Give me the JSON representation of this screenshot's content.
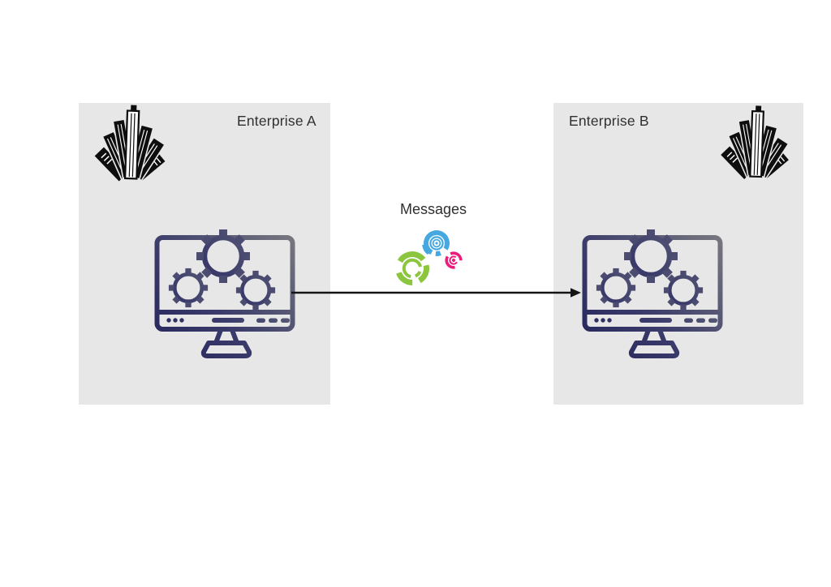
{
  "diagram": {
    "enterprise_a": {
      "label": "Enterprise A"
    },
    "enterprise_b": {
      "label": "Enterprise B"
    },
    "message_flow": {
      "label": "Messages"
    },
    "icons": {
      "enterprise": "building-skyscrapers-icon",
      "system": "monitor-with-gears-icon",
      "messages": "integration-gears-icon",
      "connector": "right-arrow"
    },
    "colors": {
      "panel_bg": "#e8e7e8",
      "building": "#0e0e0e",
      "monitor_gradient_start": "#23235a",
      "monitor_gradient_mid": "#3c3d6b",
      "monitor_gradient_end": "#7d7d81",
      "arrow": "#141414",
      "message_icon_blue": "#45a8e0",
      "message_icon_green": "#8cc63f",
      "message_icon_pink": "#ec1c7d",
      "label_text": "#2f2f2f"
    }
  }
}
